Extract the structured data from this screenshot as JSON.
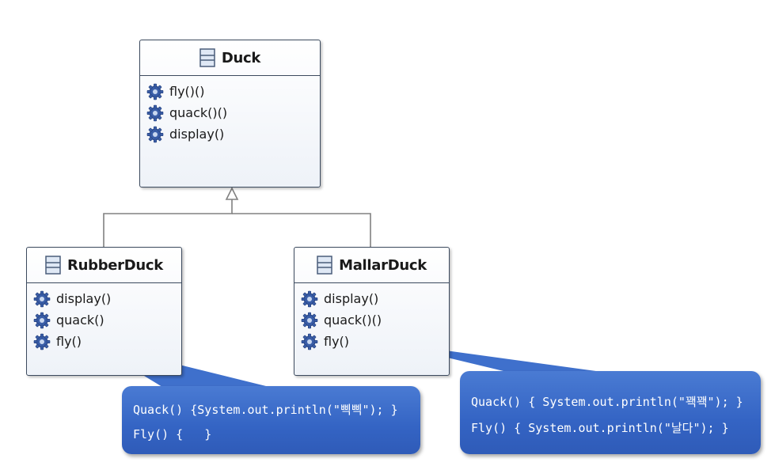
{
  "diagram": {
    "classes": [
      {
        "name": "Duck",
        "operations": [
          "fly()()",
          "quack()()",
          "display()"
        ]
      },
      {
        "name": "RubberDuck",
        "operations": [
          "display()",
          "quack()",
          "fly()"
        ]
      },
      {
        "name": "MallarDuck",
        "operations": [
          "display()",
          "quack()()",
          "fly()"
        ]
      }
    ],
    "notes": [
      {
        "lines": [
          "Quack() {System.out.println(\"삑삑\"); }",
          "Fly() {   }"
        ]
      },
      {
        "lines": [
          "Quack() { System.out.println(\"꽥꽥\"); }",
          "Fly() { System.out.println(\"날다\"); }"
        ]
      }
    ],
    "colors": {
      "class_border": "#3c4a5e",
      "note_fill": "#3a6bc9",
      "connector": "#808080"
    },
    "icons": {
      "class": "class-icon",
      "operation": "gear-icon"
    }
  }
}
